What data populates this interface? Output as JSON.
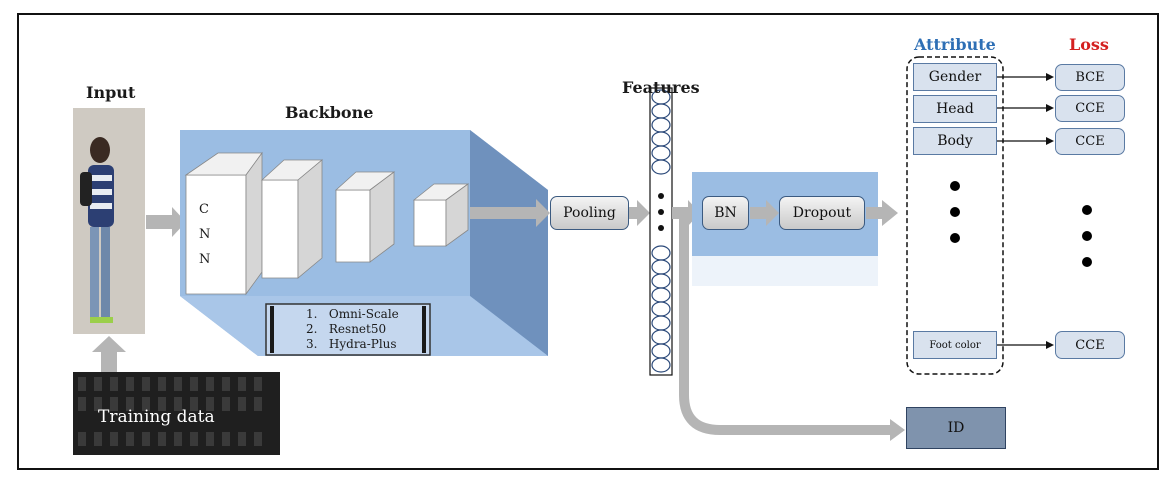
{
  "labels": {
    "input": "Input",
    "backbone": "Backbone",
    "features": "Features",
    "attribute": "Attribute",
    "loss": "Loss",
    "training_data": "Training data",
    "cnn_letters": [
      "C",
      "N",
      "N"
    ]
  },
  "backbone_options": [
    "1.   Omni-Scale",
    "2.   Resnet50",
    "3.   Hydra-Plus"
  ],
  "blocks": {
    "pooling": "Pooling",
    "bn": "BN",
    "dropout": "Dropout",
    "id": "ID"
  },
  "attributes": [
    {
      "name": "Gender",
      "loss": "BCE"
    },
    {
      "name": "Head",
      "loss": "CCE"
    },
    {
      "name": "Body",
      "loss": "CCE"
    },
    {
      "name": "Foot color",
      "loss": "CCE"
    }
  ],
  "colors": {
    "attribute_title": "#2e6fb5",
    "loss_title": "#d42020",
    "backbone_fill": "#9bbde3",
    "id_fill": "#7f93ad",
    "arrow_gray": "#b5b5b5"
  }
}
